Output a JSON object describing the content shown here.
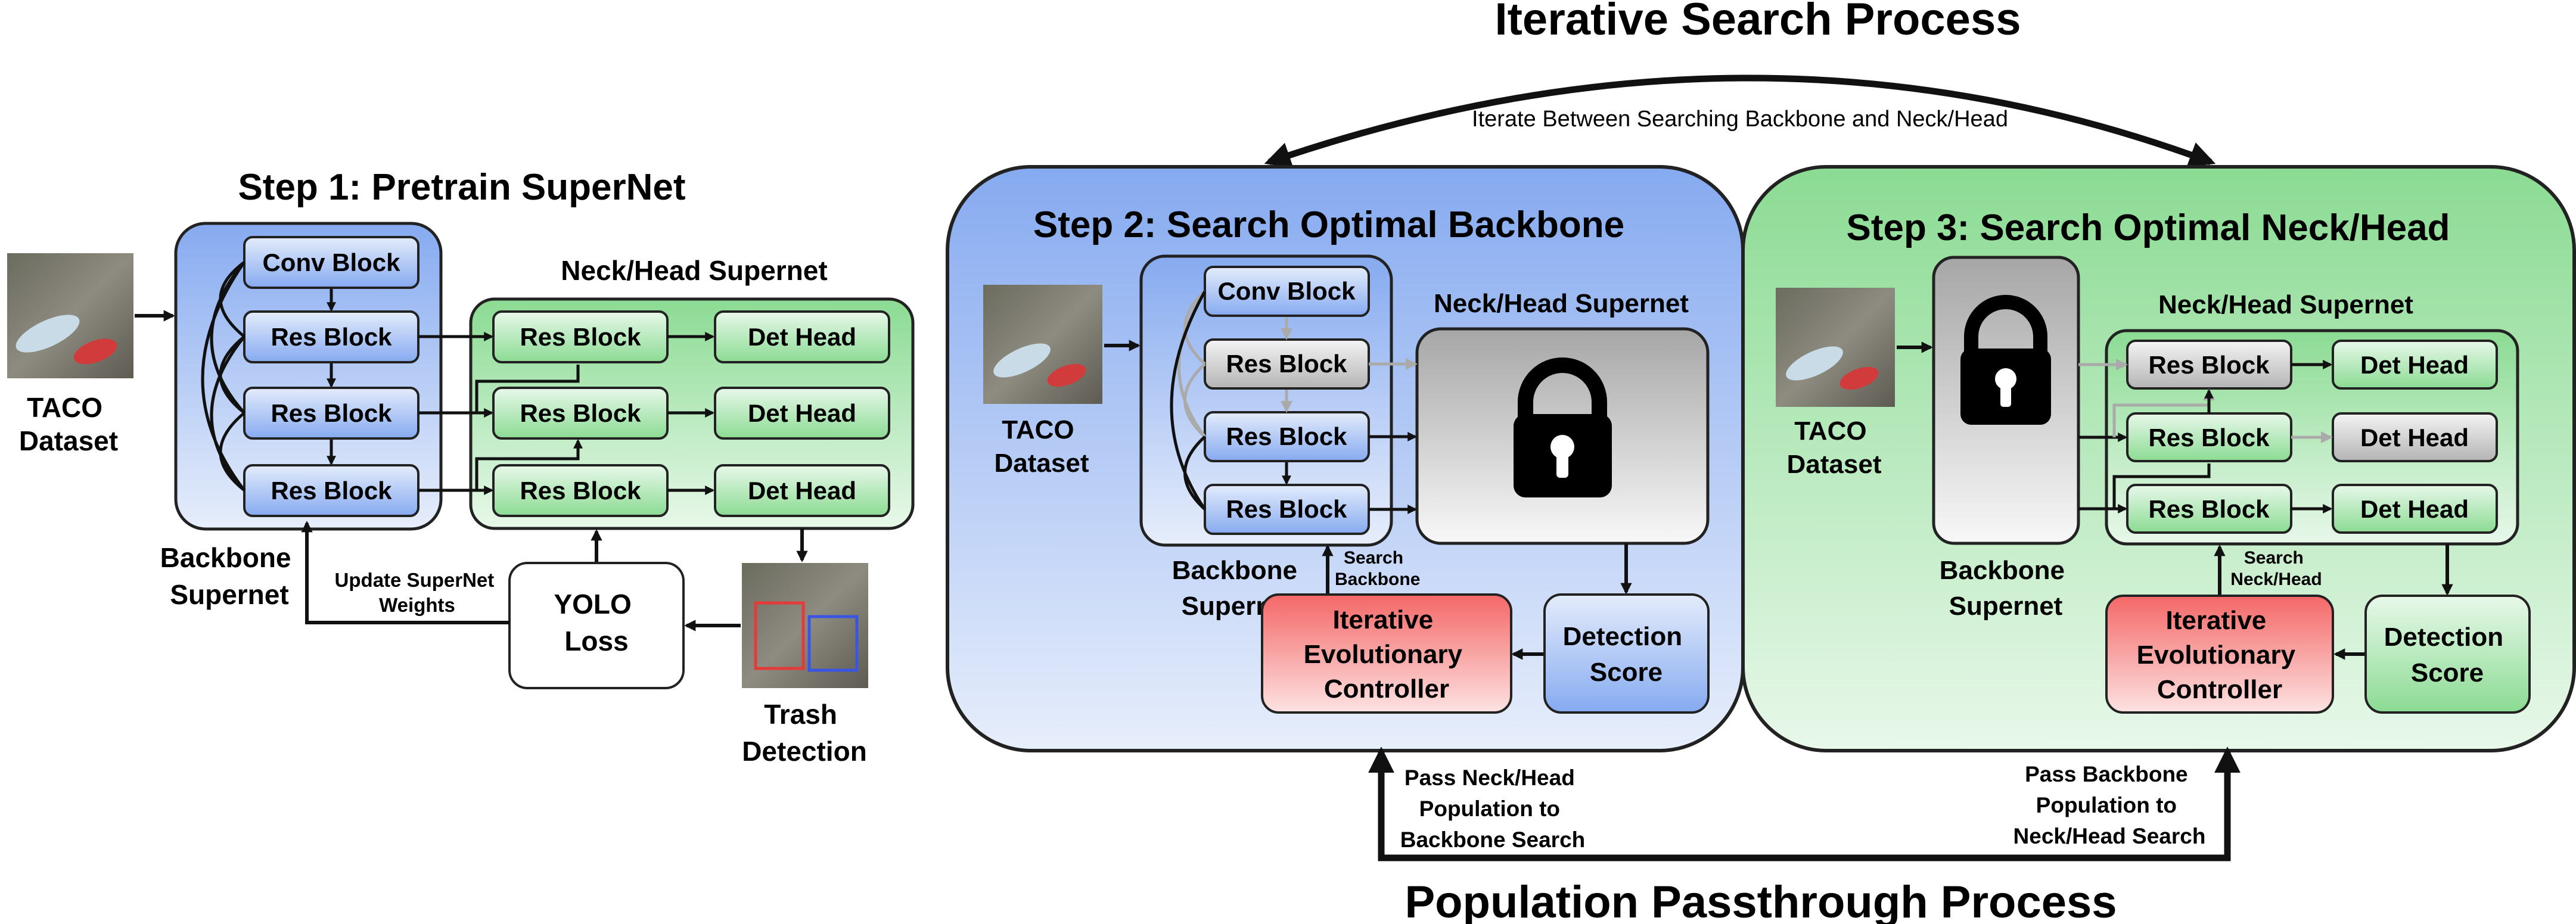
{
  "titles": {
    "iterative": "Iterative Search Process",
    "iterate_note": "Iterate Between Searching Backbone and Neck/Head",
    "passthrough": "Population Passthrough Process"
  },
  "step1": {
    "title": "Step 1: Pretrain SuperNet",
    "dataset": [
      "TACO",
      "Dataset"
    ],
    "backbone_blocks": [
      "Conv Block",
      "Res Block",
      "Res Block",
      "Res Block"
    ],
    "backbone_label": [
      "Backbone",
      "Supernet"
    ],
    "neck_title": "Neck/Head Supernet",
    "neck_blocks": [
      "Res Block",
      "Res Block",
      "Res Block"
    ],
    "heads": [
      "Det Head",
      "Det Head",
      "Det Head"
    ],
    "loss": [
      "YOLO",
      "Loss"
    ],
    "update": [
      "Update SuperNet",
      "Weights"
    ],
    "detection": [
      "Trash",
      "Detection"
    ]
  },
  "step2": {
    "title": "Step 2: Search Optimal Backbone",
    "dataset": [
      "TACO",
      "Dataset"
    ],
    "backbone_blocks": [
      "Conv Block",
      "Res Block",
      "Res Block",
      "Res Block"
    ],
    "backbone_label": [
      "Backbone",
      "Supernet"
    ],
    "neck_title": "Neck/Head Supernet",
    "search": [
      "Search",
      "Backbone"
    ],
    "controller": [
      "Iterative",
      "Evolutionary",
      "Controller"
    ],
    "score": [
      "Detection",
      "Score"
    ]
  },
  "step3": {
    "title": "Step 3: Search Optimal Neck/Head",
    "dataset": [
      "TACO",
      "Dataset"
    ],
    "backbone_label": [
      "Backbone",
      "Supernet"
    ],
    "neck_title": "Neck/Head Supernet",
    "neck_blocks": [
      "Res Block",
      "Res Block",
      "Res Block"
    ],
    "heads": [
      "Det Head",
      "Det Head",
      "Det Head"
    ],
    "search": [
      "Search",
      "Neck/Head"
    ],
    "controller": [
      "Iterative",
      "Evolutionary",
      "Controller"
    ],
    "score": [
      "Detection",
      "Score"
    ]
  },
  "pass_left": [
    "Pass Neck/Head",
    "Population to",
    "Backbone Search"
  ],
  "pass_right": [
    "Pass Backbone",
    "Population to",
    "Neck/Head Search"
  ],
  "colors": {
    "blue_top": "#8aaef0",
    "blue_bot": "#e4ecfb",
    "green_top": "#8ddc95",
    "green_bot": "#e6f7e8",
    "red_top": "#f46a6a",
    "red_bot": "#fde0e0",
    "gray_top": "#ababab",
    "gray_bot": "#f7f7f7"
  },
  "icons": [
    "lock-icon",
    "taco-photo",
    "detection-photo"
  ]
}
